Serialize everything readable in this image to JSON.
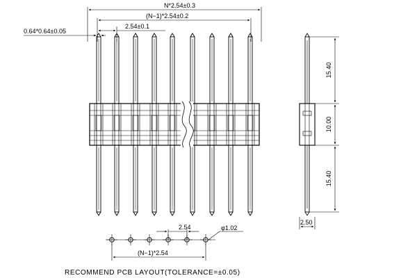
{
  "dimensions": {
    "overall_width": "N*2.54±0.3",
    "span": "(N−1)*2.54±0.2",
    "pitch": "2.54±0.1",
    "pin_section": "0.64*0.64±0.05",
    "upper_length": "15.40",
    "body_height": "10.00",
    "lower_length": "15.40",
    "side_offset": "2.50"
  },
  "pcb_layout": {
    "pitch": "2.54",
    "span": "(N−1)*2.54",
    "hole": "φ1.02",
    "hole_count": 6,
    "caption": "RECOMMEND PCB LAYOUT(TOLERANCE=±0.05)"
  }
}
